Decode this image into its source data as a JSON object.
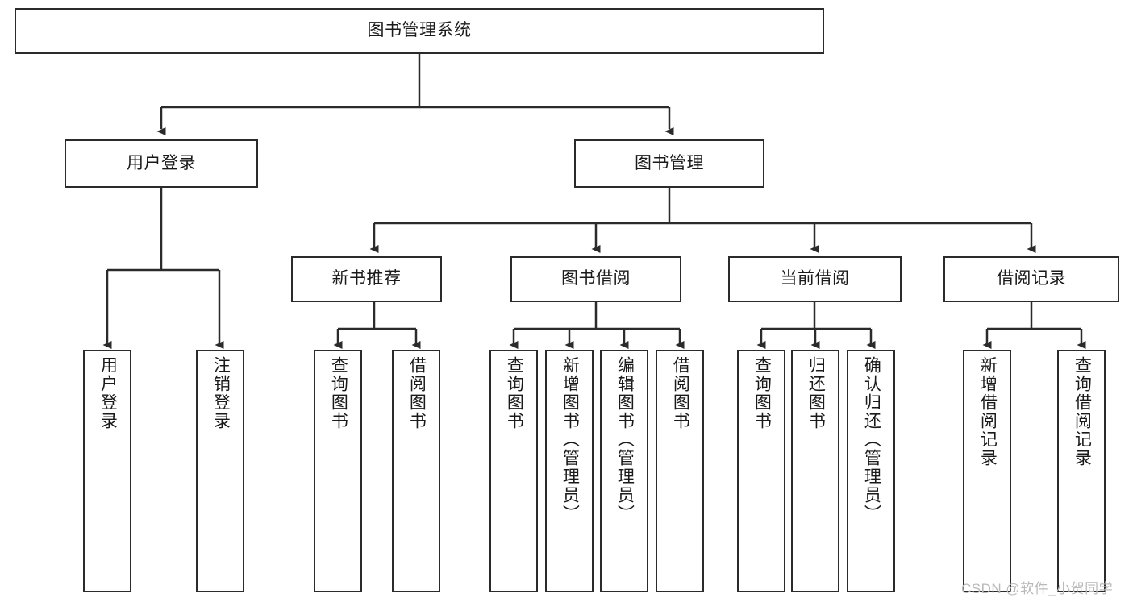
{
  "diagram": {
    "title": "图书管理系统",
    "watermark": "CSDN @软件_小贺同学",
    "colors": {
      "box_border": "#2b2b2b",
      "box_fill": "#ffffff",
      "edge": "#2b2b2b",
      "text": "#1a1a1a",
      "watermark": "#b9b9b9"
    },
    "nodes": {
      "root": "图书管理系统",
      "user_login": "用户登录",
      "book_manage": "图书管理",
      "new_book_rec": "新书推荐",
      "book_borrow": "图书借阅",
      "current_borrow": "当前借阅",
      "borrow_record": "借阅记录",
      "leaf_user_login": "用户登录",
      "leaf_logout": "注销登录",
      "leaf_query_book_1": "查询图书",
      "leaf_borrow_book_1": "借阅图书",
      "leaf_query_book_2": "查询图书",
      "leaf_add_book_admin": "新增图书（管理员）",
      "leaf_edit_book_admin": "编辑图书（管理员）",
      "leaf_borrow_book_2": "借阅图书",
      "leaf_query_book_3": "查询图书",
      "leaf_return_book": "归还图书",
      "leaf_confirm_return_admin": "确认归还（管理员）",
      "leaf_add_borrow_record": "新增借阅记录",
      "leaf_query_borrow_record": "查询借阅记录"
    }
  },
  "chart_data": {
    "type": "tree-diagram",
    "title": "图书管理系统",
    "levels": 3,
    "tree": {
      "name": "图书管理系统",
      "children": [
        {
          "name": "用户登录",
          "children": [
            {
              "name": "用户登录"
            },
            {
              "name": "注销登录"
            }
          ]
        },
        {
          "name": "图书管理",
          "children": [
            {
              "name": "新书推荐",
              "children": [
                {
                  "name": "查询图书"
                },
                {
                  "name": "借阅图书"
                }
              ]
            },
            {
              "name": "图书借阅",
              "children": [
                {
                  "name": "查询图书"
                },
                {
                  "name": "新增图书（管理员）"
                },
                {
                  "name": "编辑图书（管理员）"
                },
                {
                  "name": "借阅图书"
                }
              ]
            },
            {
              "name": "当前借阅",
              "children": [
                {
                  "name": "查询图书"
                },
                {
                  "name": "归还图书"
                },
                {
                  "name": "确认归还（管理员）"
                }
              ]
            },
            {
              "name": "借阅记录",
              "children": [
                {
                  "name": "新增借阅记录"
                },
                {
                  "name": "查询借阅记录"
                }
              ]
            }
          ]
        }
      ]
    }
  }
}
